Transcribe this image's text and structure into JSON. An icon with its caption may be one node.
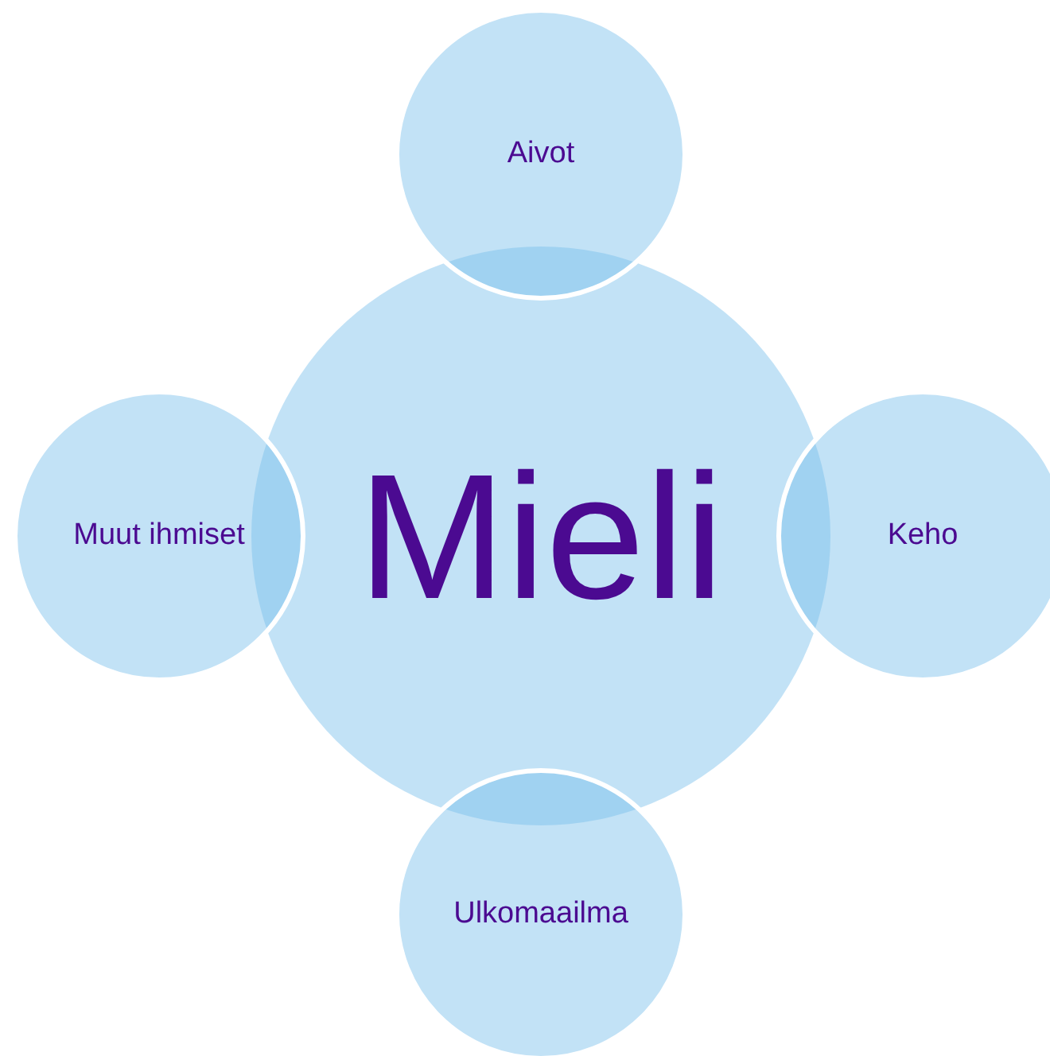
{
  "diagram": {
    "nodes": [
      {
        "text": [
          "Aivot"
        ]
      },
      {
        "text": [
          "Muut ihmiset"
        ]
      },
      {
        "text": [
          "Mieli"
        ]
      },
      {
        "text": [
          "Keho"
        ]
      },
      {
        "text": [
          "Ulkomaailma"
        ]
      }
    ]
  }
}
